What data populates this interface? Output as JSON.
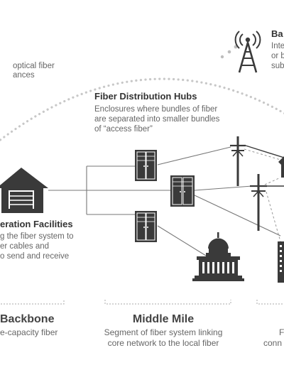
{
  "hubs": {
    "title": "Fiber Distribution Hubs",
    "desc_1": "Enclosures where bundles of fiber",
    "desc_2": "are separated into smaller bundles",
    "desc_3": "of “access fiber”"
  },
  "top_left": {
    "line_1": "optical fiber",
    "line_2": "ances"
  },
  "top_right": {
    "title": "Ba",
    "line_1": "Inte",
    "line_2": "or b",
    "line_3": "sub"
  },
  "facilities": {
    "title": "eration Facilities",
    "line_1": "g the fiber system to",
    "line_2": "er cables and",
    "line_3": "o send and receive"
  },
  "sections": {
    "backbone_title": "Backbone",
    "backbone_desc": "e-capacity fiber",
    "middle_title": "Middle Mile",
    "middle_desc_1": "Segment of fiber system linking",
    "middle_desc_2": "core network to the local fiber",
    "right_desc_1": "F",
    "right_desc_2": "conn"
  },
  "icons": [
    "cell-tower-icon",
    "warehouse-icon",
    "fiber-cabinet-icon",
    "utility-pole-icon",
    "capitol-building-icon",
    "office-building-icon"
  ]
}
